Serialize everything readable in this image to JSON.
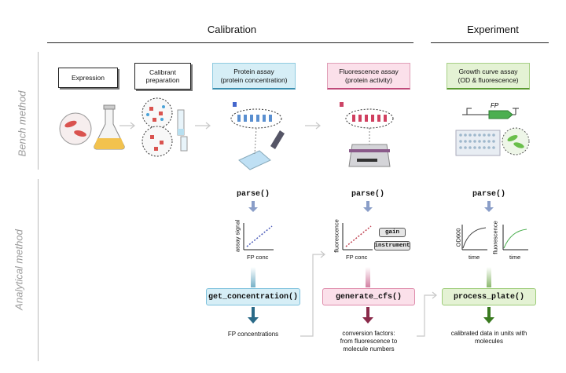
{
  "sections": {
    "calibration": "Calibration",
    "experiment": "Experiment"
  },
  "rows": {
    "bench": "Bench method",
    "analytical": "Analytical method"
  },
  "bench_steps": {
    "expression": "Expression",
    "calibrant_line1": "Calibrant",
    "calibrant_line2": "preparation",
    "protein_line1": "Protein assay",
    "protein_line2": "(protein concentration)",
    "fluor_line1": "Fluorescence assay",
    "fluor_line2": "(protein activity)",
    "growth_line1": "Growth curve assay",
    "growth_line2": "(OD & fluorescence)",
    "fp_label": "FP"
  },
  "parse_label": "parse()",
  "plots": {
    "protein_ylabel": "assay signal",
    "protein_xlabel": "FP conc",
    "fluor_ylabel": "fluorescence",
    "fluor_xlabel": "FP conc",
    "gain_tag": "gain",
    "instrument_tag": "instrument",
    "growth_od_ylabel": "OD600",
    "growth_od_xlabel": "time",
    "growth_fl_ylabel": "fluorescence",
    "growth_fl_xlabel": "time"
  },
  "functions": {
    "get_concentration": "get_concentration()",
    "generate_cfs": "generate_cfs()",
    "process_plate": "process_plate()"
  },
  "outputs": {
    "fp_conc": "FP concentrations",
    "cfs_line1": "conversion factors:",
    "cfs_line2": "from fluorescence to",
    "cfs_line3": "molecule numbers",
    "calib_line1": "calibrated data in units with",
    "calib_line2": "molecules"
  },
  "colors": {
    "blue": "#3b8fb0",
    "pink": "#c04a7a",
    "green": "#5a9a30",
    "grey_arrow": "#c8c8c8"
  }
}
